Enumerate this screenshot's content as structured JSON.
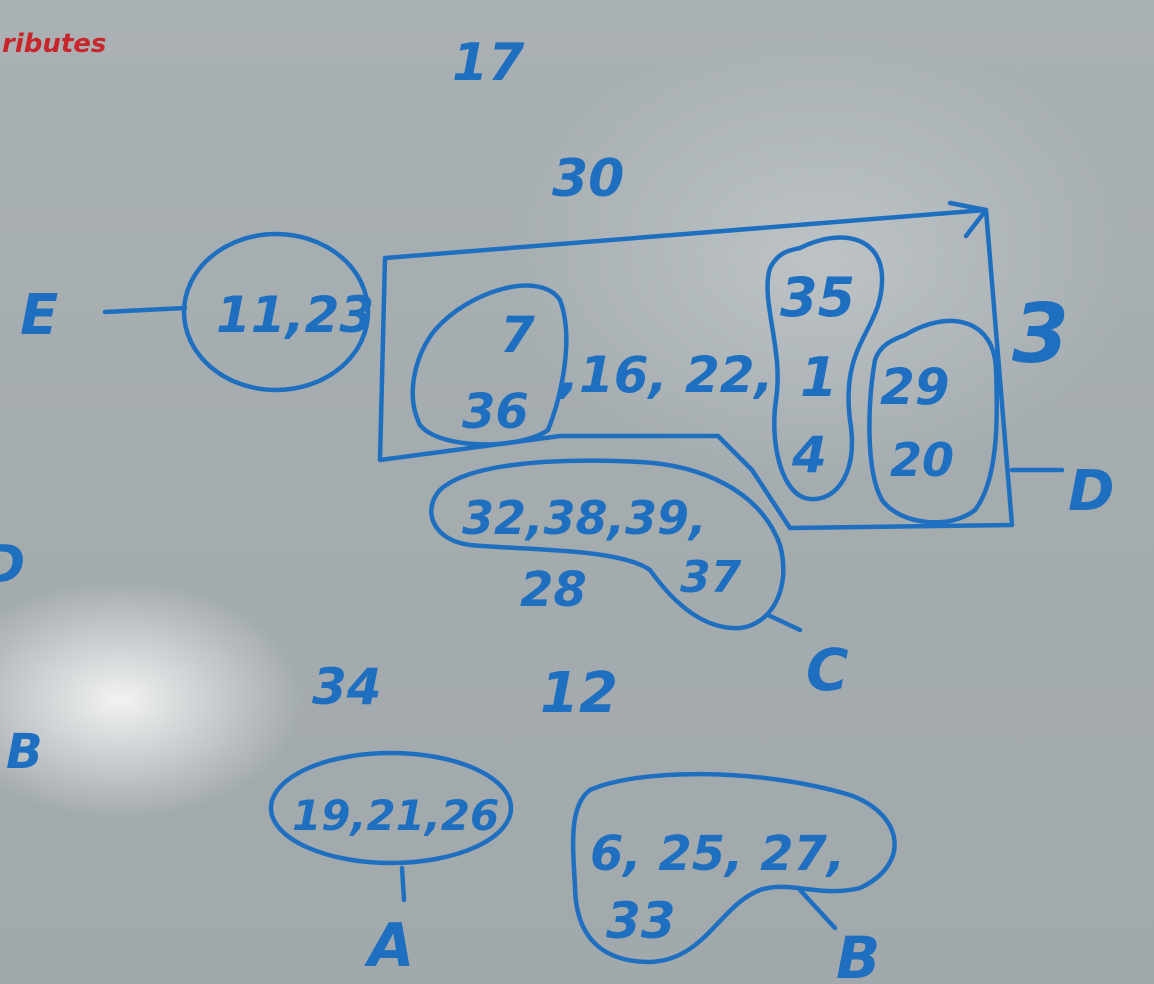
{
  "colors": {
    "ink_blue": "#1f6fc0",
    "ink_red": "#c8262a",
    "board": "#a5acaf"
  },
  "corner_note": {
    "line2": "ributes"
  },
  "loose_numbers": {
    "n17": "17",
    "n30": "30",
    "n3": "3",
    "n34": "34",
    "n12": "12"
  },
  "letters": {
    "E": "E",
    "D": "D",
    "C": "C",
    "A": "A",
    "B_right": "B",
    "B_left": "B",
    "left_edge_fragment": "D"
  },
  "groups": {
    "e_group": "11,23",
    "group_7_36_top": "7",
    "group_7_36_bottom": "36",
    "middle_sequence": ",16, 22,",
    "group_35_1_4": [
      "35",
      "1",
      "4"
    ],
    "group_29_20": [
      "29",
      "20"
    ],
    "c_group_line1": "32,38,39,",
    "c_group_28": "28",
    "c_group_37": "37",
    "a_group": "19,21,26",
    "b_group_line1": "6, 25, 27,",
    "b_group_line2": "33"
  }
}
